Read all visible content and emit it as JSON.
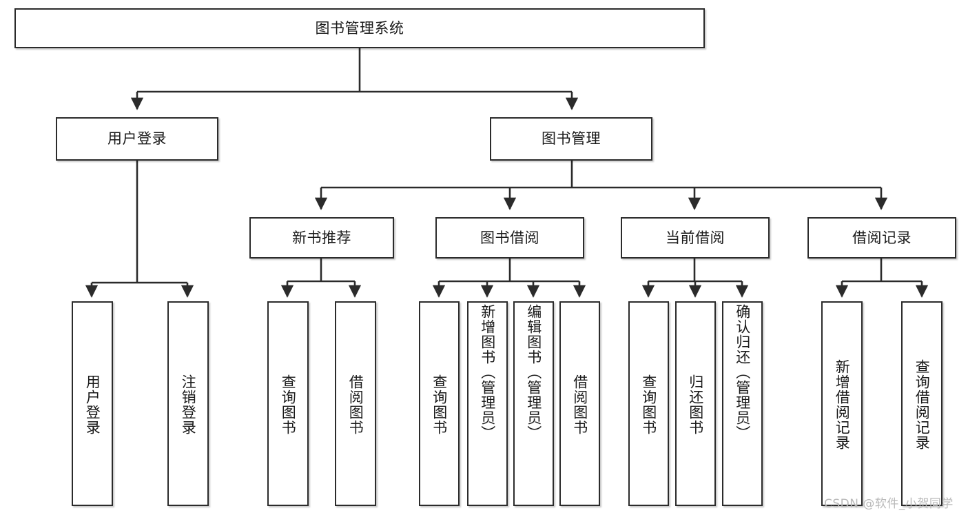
{
  "diagram": {
    "title": "图书管理系统",
    "type": "tree-hierarchy",
    "watermark": "CSDN @软件_小贺同学",
    "accent_color": "#2b2b2b",
    "background_color": "#ffffff"
  },
  "nodes": {
    "root": {
      "label": "图书管理系统"
    },
    "level2": [
      {
        "label": "用户登录"
      },
      {
        "label": "图书管理"
      }
    ],
    "level3": [
      {
        "label": "新书推荐"
      },
      {
        "label": "图书借阅"
      },
      {
        "label": "当前借阅"
      },
      {
        "label": "借阅记录"
      }
    ],
    "leaves": {
      "user_login": [
        {
          "label": "用户登录"
        },
        {
          "label": "注销登录"
        }
      ],
      "new_book_recommend": [
        {
          "label": "查询图书"
        },
        {
          "label": "借阅图书"
        }
      ],
      "book_borrow": [
        {
          "label": "查询图书"
        },
        {
          "label": "新增图书（管理员）"
        },
        {
          "label": "编辑图书（管理员）"
        },
        {
          "label": "借阅图书"
        }
      ],
      "current_borrow": [
        {
          "label": "查询图书"
        },
        {
          "label": "归还图书"
        },
        {
          "label": "确认归还（管理员）"
        }
      ],
      "borrow_record": [
        {
          "label": "新增借阅记录"
        },
        {
          "label": "查询借阅记录"
        }
      ]
    }
  }
}
